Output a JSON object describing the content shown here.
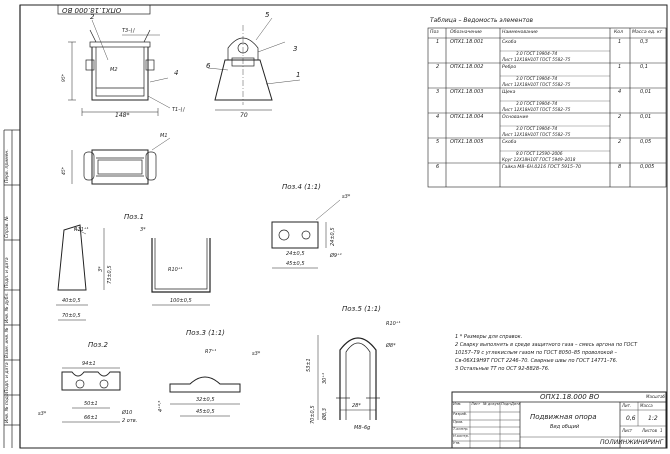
{
  "doc": {
    "top_code": "ОПХ1.18.000 ВО",
    "table_caption": "Таблица – Ведомость элементов",
    "columns": [
      "Поз",
      "Обозначение",
      "Наименование",
      "Кол",
      "Масса ед. кг"
    ],
    "rows": [
      {
        "pos": "1",
        "code": "ОПХ1.18.001",
        "name": "Скоба",
        "name2": "3.0 ГОСТ 19904–74",
        "name3": "Лист 12Х18Н10Т ГОСТ 5582–75",
        "qty": "1",
        "mass": "0,3"
      },
      {
        "pos": "2",
        "code": "ОПХ1.18.002",
        "name": "Ребро",
        "name2": "3.0 ГОСТ 19904–74",
        "name3": "Лист 12Х18Н10Т ГОСТ 5582–75",
        "qty": "1",
        "mass": "0,1"
      },
      {
        "pos": "3",
        "code": "ОПХ1.18.003",
        "name": "Щека",
        "name2": "3.0 ГОСТ 19904–74",
        "name3": "Лист 12Х18Н10Т ГОСТ 5582–75",
        "qty": "4",
        "mass": "0,01"
      },
      {
        "pos": "4",
        "code": "ОПХ1.18.004",
        "name": "Основание",
        "name2": "3.0 ГОСТ 19904–74",
        "name3": "Лист 12Х18Н10Т ГОСТ 5582–75",
        "qty": "2",
        "mass": "0,01"
      },
      {
        "pos": "5",
        "code": "ОПХ1.18.005",
        "name": "Скоба",
        "name2": "8.0 ГОСТ 12590–2006",
        "name3": "Круг 12Х18Н10Т ГОСТ 5949–2018",
        "qty": "2",
        "mass": "0,05"
      },
      {
        "pos": "6",
        "code": "",
        "name": "Гайка М8–6Н.0216 ГОСТ 5915–70",
        "name2": "",
        "name3": "",
        "qty": "8",
        "mass": "0,005"
      }
    ],
    "notes": [
      "1 * Размеры для справок.",
      "2 Сварку выполнять в среде защитного газа – смесь аргона по ГОСТ",
      "10157–79 с углекислым газом по ГОСТ 8050–85 проволокой –",
      "Св-06Х19Н9Т ГОСТ 2246–70. Сварные швы по ГОСТ 14771–76.",
      "3 Остальные ТТ по ОСТ 92-8828–76."
    ],
    "title_block": {
      "designation": "ОПХ1.18.000 ВО",
      "name": "Подвижная опора",
      "subname": "Вид общий",
      "lit_header": "Лит.",
      "mass_header": "Масса",
      "scale_header": "Масштаб",
      "mass_value": "0,6",
      "scale_value": "1:2",
      "sheet_label": "Лист",
      "sheets_label": "Листов",
      "sheets_value": "1",
      "org": "ПОЛИИНЖИНИРИНГ",
      "role_labels": [
        "Изм.",
        "Лист",
        "№ докум.",
        "Подп.",
        "Дата",
        "Разраб.",
        "Пров.",
        "Т.контр.",
        "Н.контр.",
        "Утв."
      ]
    },
    "side_stamps": [
      "Перв. примен.",
      "Справ. №",
      "Подп. и дата",
      "Инв. № дубл.",
      "Взам. инв. №",
      "Подп. и дата",
      "Инв. № подл."
    ],
    "views": {
      "pos1": "Поз.1",
      "pos2": "Поз.2",
      "pos3": "Поз.3 (1:1)",
      "pos4": "Поз.4 (1:1)",
      "pos5": "Поз.5 (1:1)"
    },
    "leaders": [
      "1",
      "2",
      "3",
      "4",
      "5",
      "6"
    ],
    "dims_main": {
      "d1": "148*",
      "d2": "70",
      "d3": "95*",
      "d4": "45*",
      "d5": "М2",
      "d6": "Т3–⌊⌋",
      "d7": "Т1–⌊⌋",
      "d8": "М1"
    },
    "dims_pos1": {
      "a": "R11⁺¹",
      "b": "3*",
      "c": "R10⁺¹",
      "d": "73±0,5",
      "e": "3*",
      "f": "40±0,5",
      "g": "70±0,5",
      "h": "100±0,5"
    },
    "dims_pos2": {
      "a": "94±1",
      "b": "50±1",
      "c": "66±1",
      "d": "Ø10",
      "e": "2 отв.",
      "f": "s3*"
    },
    "dims_pos3": {
      "a": "R7⁺¹",
      "b": "s3*",
      "c": "32±0,5",
      "d": "45±0,5",
      "e": "4⁺⁰·⁵"
    },
    "dims_pos4": {
      "a": "s3*",
      "b": "24±0,5",
      "c": "45±0,5",
      "d": "24±0,5",
      "e": "Ø9⁺¹"
    },
    "dims_pos5": {
      "a": "R10⁺¹",
      "b": "Ø8*",
      "c": "53±1",
      "d": "30⁺¹",
      "e": "28*",
      "f": "М8–6g",
      "g": "70±0,5",
      "h": "Ø8,3"
    }
  }
}
